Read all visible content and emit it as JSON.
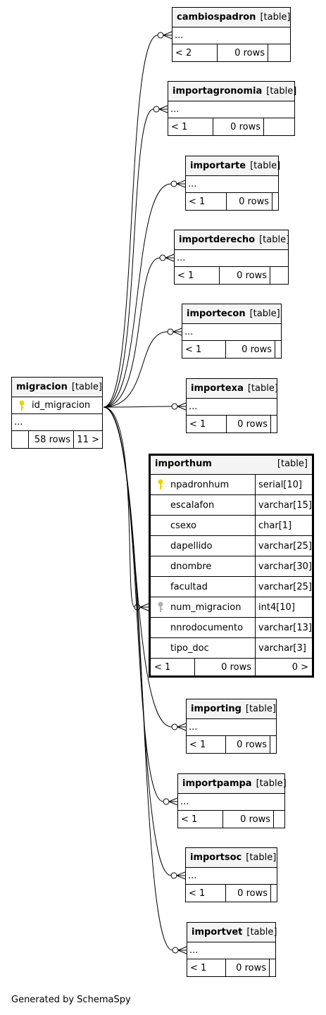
{
  "diagram": {
    "footer_text": "Generated by SchemaSpy",
    "table_type_label": "[table]",
    "placeholder_row": "...",
    "source_table": {
      "name": "migracion",
      "type": "[table]",
      "key_column": "id_migracion",
      "placeholder": "...",
      "footer": {
        "left": "",
        "rows": "58 rows",
        "children": "11 >"
      }
    },
    "focus_table": {
      "name": "importhum",
      "type": "[table]",
      "columns": [
        {
          "name": "npadronhum",
          "type": "serial[10]",
          "key": "primary"
        },
        {
          "name": "escalafon",
          "type": "varchar[15]",
          "key": ""
        },
        {
          "name": "csexo",
          "type": "char[1]",
          "key": ""
        },
        {
          "name": "dapellido",
          "type": "varchar[25]",
          "key": ""
        },
        {
          "name": "dnombre",
          "type": "varchar[30]",
          "key": ""
        },
        {
          "name": "facultad",
          "type": "varchar[25]",
          "key": ""
        },
        {
          "name": "num_migracion",
          "type": "int4[10]",
          "key": "foreign"
        },
        {
          "name": "nnrodocumento",
          "type": "varchar[13]",
          "key": ""
        },
        {
          "name": "tipo_doc",
          "type": "varchar[3]",
          "key": ""
        }
      ],
      "footer": {
        "parents": "< 1",
        "rows": "0 rows",
        "children": "0 >"
      }
    },
    "child_tables": [
      {
        "name": "cambiospadron",
        "type": "[table]",
        "placeholder": "...",
        "parents": "< 2",
        "rows": "0 rows",
        "children": ""
      },
      {
        "name": "importagronomia",
        "type": "[table]",
        "placeholder": "...",
        "parents": "< 1",
        "rows": "0 rows",
        "children": ""
      },
      {
        "name": "importarte",
        "type": "[table]",
        "placeholder": "...",
        "parents": "< 1",
        "rows": "0 rows",
        "children": ""
      },
      {
        "name": "importderecho",
        "type": "[table]",
        "placeholder": "...",
        "parents": "< 1",
        "rows": "0 rows",
        "children": ""
      },
      {
        "name": "importecon",
        "type": "[table]",
        "placeholder": "...",
        "parents": "< 1",
        "rows": "0 rows",
        "children": ""
      },
      {
        "name": "importexa",
        "type": "[table]",
        "placeholder": "...",
        "parents": "< 1",
        "rows": "0 rows",
        "children": ""
      },
      {
        "name": "importing",
        "type": "[table]",
        "placeholder": "...",
        "parents": "< 1",
        "rows": "0 rows",
        "children": ""
      },
      {
        "name": "importpampa",
        "type": "[table]",
        "placeholder": "...",
        "parents": "< 1",
        "rows": "0 rows",
        "children": ""
      },
      {
        "name": "importsoc",
        "type": "[table]",
        "placeholder": "...",
        "parents": "< 1",
        "rows": "0 rows",
        "children": ""
      },
      {
        "name": "importvet",
        "type": "[table]",
        "placeholder": "...",
        "parents": "< 1",
        "rows": "0 rows",
        "children": ""
      }
    ],
    "colors": {
      "primary_key": "#e8d600",
      "foreign_key": "#b0b0b0",
      "header_bg": "#f4f4f4",
      "line": "#000000"
    }
  }
}
